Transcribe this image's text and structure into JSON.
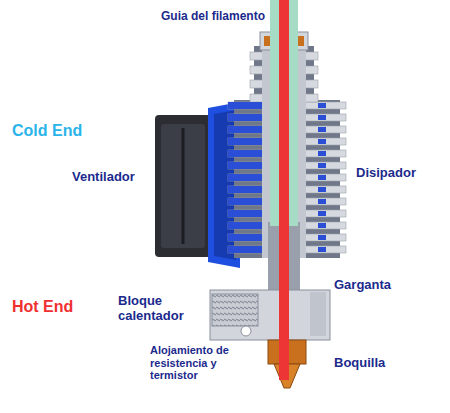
{
  "diagram": {
    "labels": [
      "Guia del filamento",
      "Cold End",
      "Ventilador",
      "Disipador",
      "Garganta",
      "Hot End",
      "Bloque calentador",
      "Alojamiento de resistencia y termistor",
      "Boquilla"
    ]
  }
}
